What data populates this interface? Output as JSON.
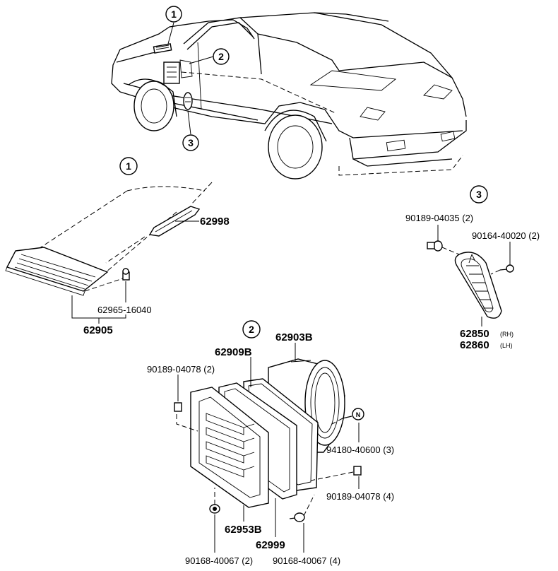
{
  "callouts": {
    "c1_car": "1",
    "c2_car": "2",
    "c3_car": "3",
    "c1_detail": "1",
    "c2_detail": "2",
    "c3_detail": "3"
  },
  "parts": {
    "p62998": "62998",
    "p62965": "62965-16040",
    "p62905": "62905",
    "p90189_04035": "90189-04035 (2)",
    "p90164_40020": "90164-40020 (2)",
    "p62850": "62850",
    "p62850_side": "(RH)",
    "p62860": "62860",
    "p62860_side": "(LH)",
    "p62903b": "62903B",
    "p62909b": "62909B",
    "p90189_04078_2": "90189-04078 (2)",
    "p94180": "94180-40600 (3)",
    "p90189_04078_4": "90189-04078 (4)",
    "p62953b": "62953B",
    "p62999": "62999",
    "p90168_2": "90168-40067 (2)",
    "p90168_4": "90168-40067 (4)"
  },
  "bolt_marker": "N"
}
